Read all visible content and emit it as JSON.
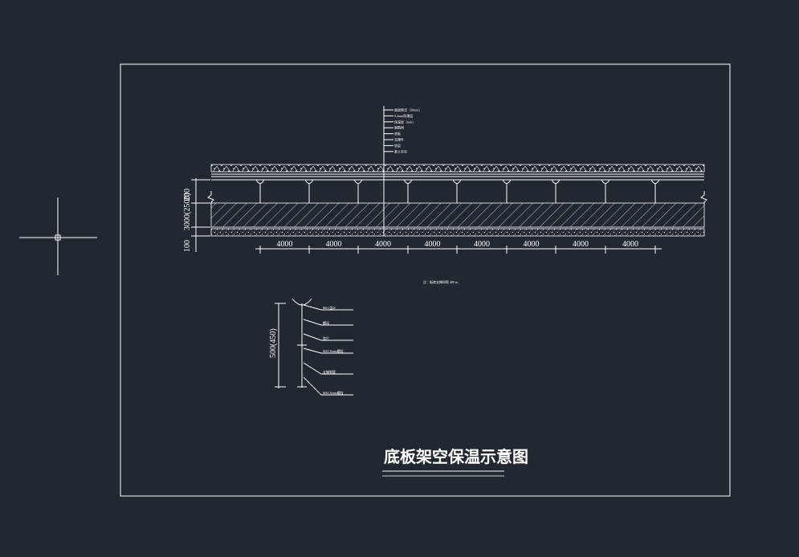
{
  "colors": {
    "background": "#212830",
    "lines": "#ffffff"
  },
  "drawing": {
    "title": "底板架空保温示意图",
    "note": "注：板底支撑间距 400 m ,",
    "span_labels": [
      "4000",
      "4000",
      "4000",
      "4000",
      "4000",
      "4000",
      "4000",
      "4000"
    ],
    "vertical_dims": [
      "3000(2500)",
      "200",
      "100"
    ],
    "layer_callouts": [
      "面层做法（30mm)",
      "0.2mm防潮层",
      "保温层（mm)",
      "钢筋网",
      "底板",
      "支撑件",
      "垫层",
      "素土夯实"
    ],
    "detail_dim": "500(450)",
    "detail_callouts": [
      "Φ8 L型@",
      "螺母",
      "垫片",
      "M10 Xmm螺栓",
      "支撑钢管",
      "M10 Xmm螺栓"
    ]
  },
  "cursor": {
    "icon": "crosshair-cursor-icon"
  }
}
